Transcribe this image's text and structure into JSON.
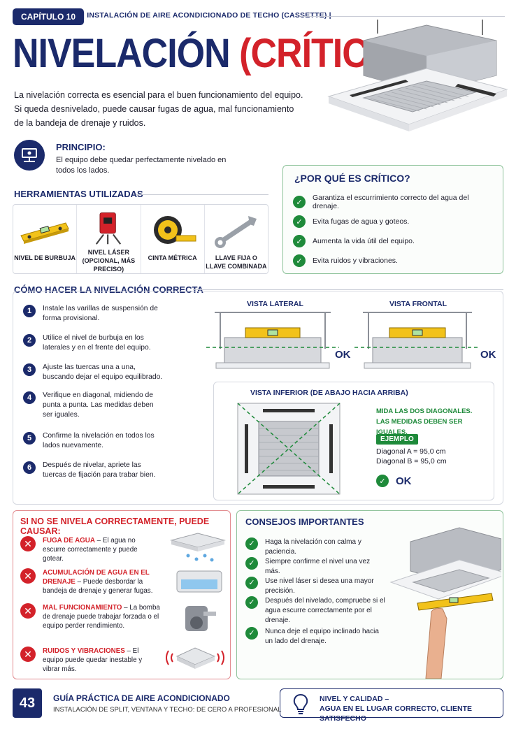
{
  "header": {
    "chapter": "CAPÍTULO 10",
    "chapter_title": "| INSTALACIÓN DE AIRE ACONDICIONADO DE TECHO (CASSETTE) |"
  },
  "title": {
    "main": "NIVELACIÓN",
    "accent": "(CRÍTICA)"
  },
  "intro": {
    "line1": "La nivelación correcta es esencial para el buen funcionamiento del equipo.",
    "line2": "Si queda desnivelado, puede causar fugas de agua, mal funcionamiento",
    "line3": "de la bandeja de drenaje y ruidos."
  },
  "principle": {
    "icon": "level-icon",
    "title": "PRINCIPIO:",
    "text": "El equipo debe quedar perfectamente nivelado en todos los lados."
  },
  "tools": {
    "title": "HERRAMIENTAS UTILIZADAS",
    "items": [
      {
        "icon": "bubble-level-icon",
        "label": "NIVEL DE BURBUJA"
      },
      {
        "icon": "laser-level-icon",
        "label": "NIVEL LÁSER (OPCIONAL, MÁS PRECISO)"
      },
      {
        "icon": "tape-measure-icon",
        "label": "CINTA MÉTRICA"
      },
      {
        "icon": "wrench-icon",
        "label": "LLAVE FIJA O LLAVE COMBINADA"
      }
    ]
  },
  "why": {
    "title": "¿POR QUÉ ES CRÍTICO?",
    "items": [
      "Garantiza el escurrimiento correcto del agua del drenaje.",
      "Evita fugas de agua y goteos.",
      "Aumenta la vida útil del equipo.",
      "Evita ruidos y vibraciones."
    ]
  },
  "how": {
    "title": "CÓMO HACER LA NIVELACIÓN CORRECTA",
    "steps": [
      {
        "n": "1",
        "text": "Instale las varillas de suspensión de forma provisional."
      },
      {
        "n": "2",
        "text": "Utilice el nivel de burbuja en los laterales y en el frente del equipo."
      },
      {
        "n": "3",
        "text": "Ajuste las tuercas una a una, buscando dejar el equipo equilibrado."
      },
      {
        "n": "4",
        "text": "Verifique en diagonal, midiendo de punta a punta. Las medidas deben ser iguales."
      },
      {
        "n": "5",
        "text": "Confirme la nivelación en todos los lados nuevamente."
      },
      {
        "n": "6",
        "text": "Después de nivelar, apriete las tuercas de fijación para trabar bien."
      }
    ],
    "side_view": "VISTA LATERAL",
    "front_view": "VISTA FRONTAL",
    "ok": "OK",
    "bottom_view": "VISTA INFERIOR (DE ABAJO HACIA ARRIBA)",
    "diag_note1": "MIDA LAS DOS DIAGONALES.",
    "diag_note2": "LAS MEDIDAS DEBEN SER IGUALES.",
    "example_label": "EJEMPLO",
    "diag_a": "Diagonal A = 95,0 cm",
    "diag_b": "Diagonal B = 95,0 cm"
  },
  "problems": {
    "title": "SI NO SE NIVELA CORRECTAMENTE, PUEDE CAUSAR:",
    "items": [
      {
        "head": "FUGA DE AGUA",
        "text": "– El agua no escurre correctamente y puede gotear."
      },
      {
        "head": "ACUMULACIÓN DE AGUA EN EL DRENAJE",
        "text": "– Puede desbordar la bandeja de drenaje y generar fugas."
      },
      {
        "head": "MAL FUNCIONAMIENTO",
        "text": "– La bomba de drenaje puede trabajar forzada o el equipo perder rendimiento."
      },
      {
        "head": "RUIDOS Y VIBRACIONES",
        "text": "– El equipo puede quedar inestable y vibrar más."
      }
    ]
  },
  "tips": {
    "title": "CONSEJOS IMPORTANTES",
    "items": [
      "Haga la nivelación con calma y paciencia.",
      "Siempre confirme el nivel una vez más.",
      "Use nivel láser si desea una mayor precisión.",
      "Después del nivelado, compruebe si el agua escurre correctamente por el drenaje.",
      "Nunca deje el equipo inclinado hacia un lado del drenaje."
    ]
  },
  "footer": {
    "page": "43",
    "title": "GUÍA PRÁCTICA DE AIRE ACONDICIONADO",
    "subtitle": "INSTALACIÓN DE SPLIT, VENTANA Y TECHO: DE CERO A PROFESIONAL",
    "box_line1": "NIVEL Y CALIDAD –",
    "box_line2": "AGUA EN EL LUGAR CORRECTO, CLIENTE SATISFECHO",
    "box_icon": "lightbulb-icon"
  },
  "colors": {
    "navy": "#1b2a6b",
    "red": "#d3222a",
    "green": "#1e8a3a"
  }
}
